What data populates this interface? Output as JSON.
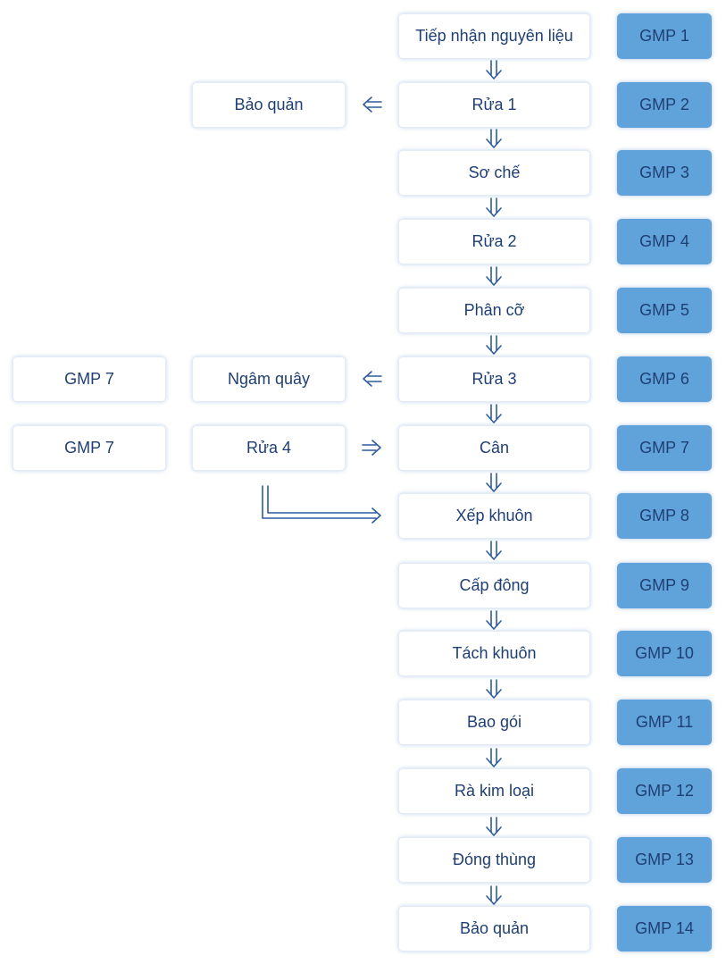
{
  "steps": [
    {
      "label": "Tiếp nhận nguyên liệu",
      "gmp": "GMP 1"
    },
    {
      "label": "Rửa 1",
      "gmp": "GMP 2"
    },
    {
      "label": "Sơ chế",
      "gmp": "GMP 3"
    },
    {
      "label": "Rửa 2",
      "gmp": "GMP 4"
    },
    {
      "label": "Phân cỡ",
      "gmp": "GMP 5"
    },
    {
      "label": "Rửa 3",
      "gmp": "GMP 6"
    },
    {
      "label": "Cân",
      "gmp": "GMP 7"
    },
    {
      "label": "Xếp khuôn",
      "gmp": "GMP 8"
    },
    {
      "label": "Cấp đông",
      "gmp": "GMP 9"
    },
    {
      "label": "Tách khuôn",
      "gmp": "GMP 10"
    },
    {
      "label": "Bao gói",
      "gmp": "GMP 11"
    },
    {
      "label": "Rà kim loại",
      "gmp": "GMP 12"
    },
    {
      "label": "Đóng thùng",
      "gmp": "GMP 13"
    },
    {
      "label": "Bảo quản",
      "gmp": "GMP 14"
    }
  ],
  "side_branches": {
    "storage_after_wash1": "Bảo quản",
    "soak_stir": "Ngâm quây",
    "soak_stir_gmp": "GMP 7",
    "wash4": "Rửa 4",
    "wash4_gmp": "GMP 7"
  },
  "colors": {
    "gmp_fill": "#5fa3da",
    "text": "#1f3f73",
    "arrow": "#2f5c9c"
  }
}
